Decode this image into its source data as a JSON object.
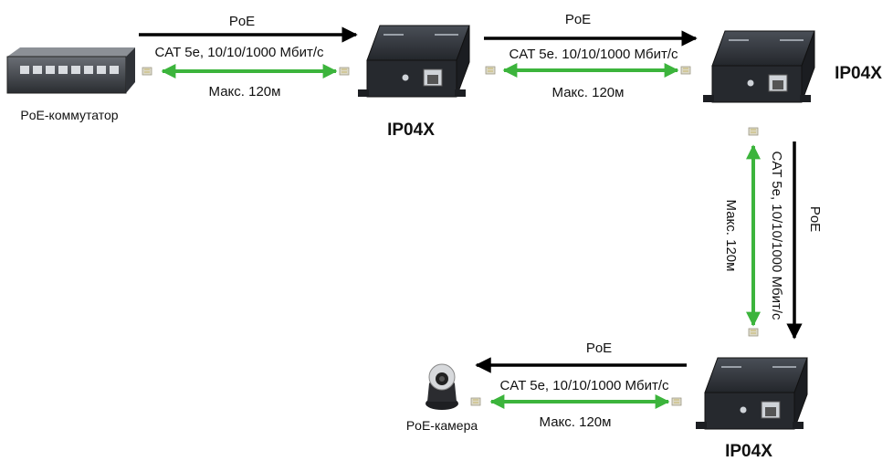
{
  "devices": {
    "switch_label": "PoE-коммутатор",
    "extender_label": "IP04X",
    "camera_label": "PoE-камера"
  },
  "links": {
    "poe": "PoE",
    "cable": "CAT 5e, 10/10/1000  Мбит/с",
    "cable_alt": "CAT 5e. 10/10/1000  Мбит/с",
    "distance": "Макс. 120м"
  },
  "colors": {
    "arrow_black": "#000000",
    "arrow_green": "#3cb43c",
    "device_body": "#2b2e33"
  }
}
